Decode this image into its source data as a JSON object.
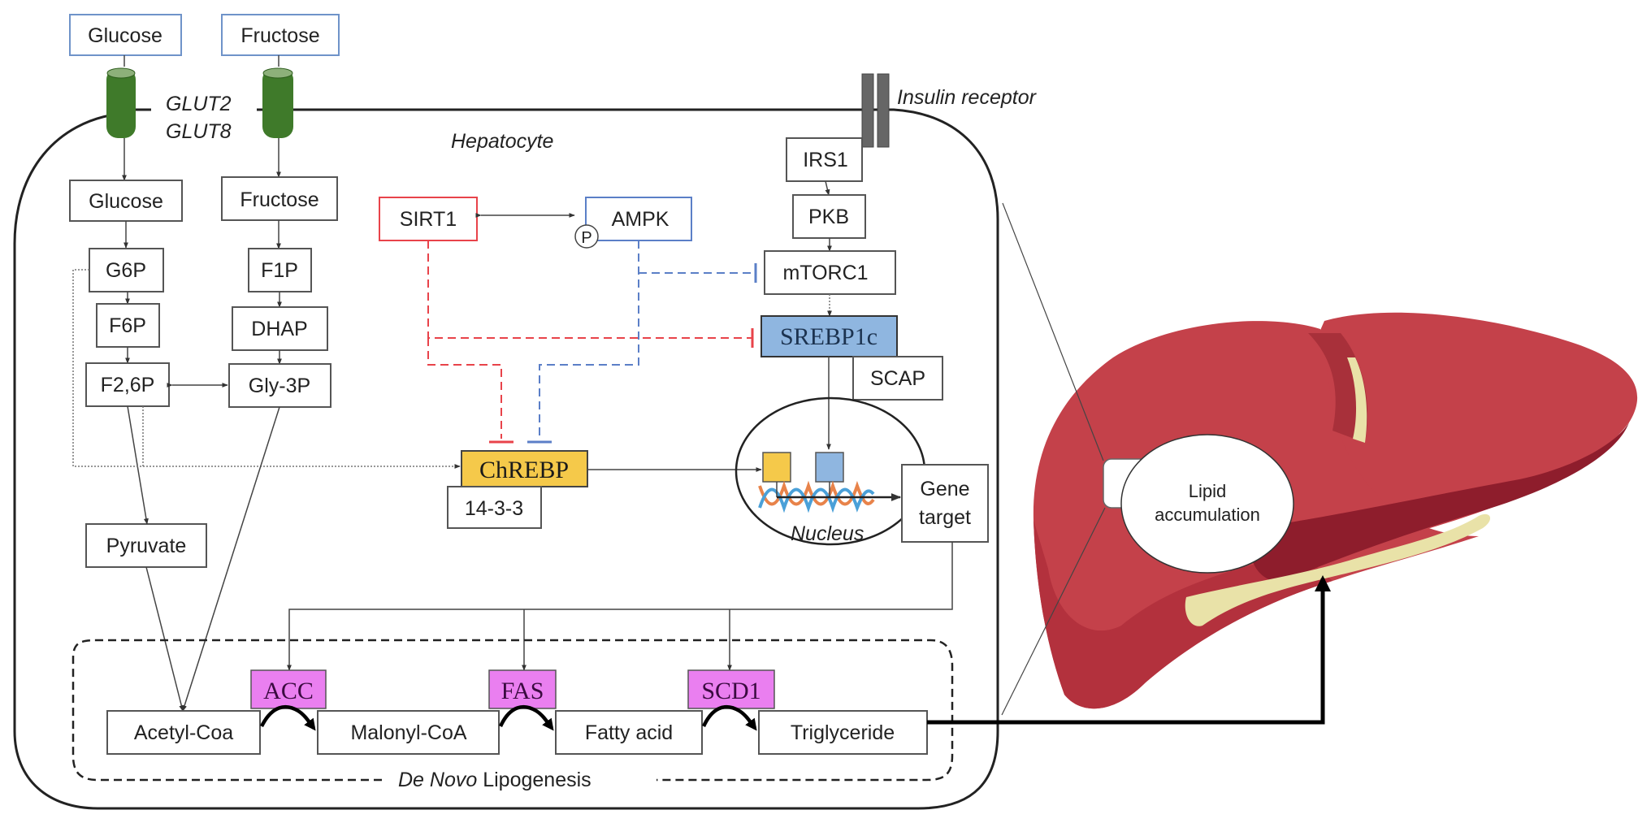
{
  "extracellular": {
    "glucose": "Glucose",
    "fructose": "Fructose"
  },
  "transporters": {
    "glut2": "GLUT2",
    "glut8": "GLUT8"
  },
  "receptor": {
    "label": "Insulin receptor"
  },
  "cell": {
    "label": "Hepatocyte"
  },
  "glucose_path": {
    "glucose": "Glucose",
    "g6p": "G6P",
    "f6p": "F6P",
    "f26p": "F2,6P",
    "pyruvate": "Pyruvate"
  },
  "fructose_path": {
    "fructose": "Fructose",
    "f1p": "F1P",
    "dhap": "DHAP",
    "gly3p": "Gly-3P"
  },
  "regulators": {
    "sirt1": "SIRT1",
    "ampk": "AMPK",
    "phospho": "P"
  },
  "insulin_path": {
    "irs1": "IRS1",
    "pkb": "PKB",
    "mtorc1": "mTORC1",
    "srebp1c": "SREBP1c",
    "scap": "SCAP"
  },
  "transcription": {
    "chrebp": "ChREBP",
    "partner": "14-3-3",
    "nucleus": "Nucleus",
    "gene_target_line1": "Gene",
    "gene_target_line2": "target"
  },
  "lipogenesis": {
    "title_italic": "De Novo",
    "title_rest": " Lipogenesis",
    "enzymes": [
      "ACC",
      "FAS",
      "SCD1"
    ],
    "substrates": [
      "Acetyl-Coa",
      "Malonyl-CoA",
      "Fatty acid",
      "Triglyceride"
    ]
  },
  "liver": {
    "callout_line1": "Lipid",
    "callout_line2": "accumulation"
  },
  "colors": {
    "sirt1": "#e8434a",
    "ampk": "#5b7fc7",
    "chrebp_fill": "#f5c94a",
    "srebp_fill": "#8fb6e0",
    "enzyme_fill": "#ea7ff0",
    "glut": "#3f7a2a",
    "receptor": "#666666",
    "liver_main": "#c4414a",
    "liver_dark": "#8e1d2c",
    "liver_fat": "#e9e2a8",
    "extracellular_border": "#6f93c9"
  }
}
